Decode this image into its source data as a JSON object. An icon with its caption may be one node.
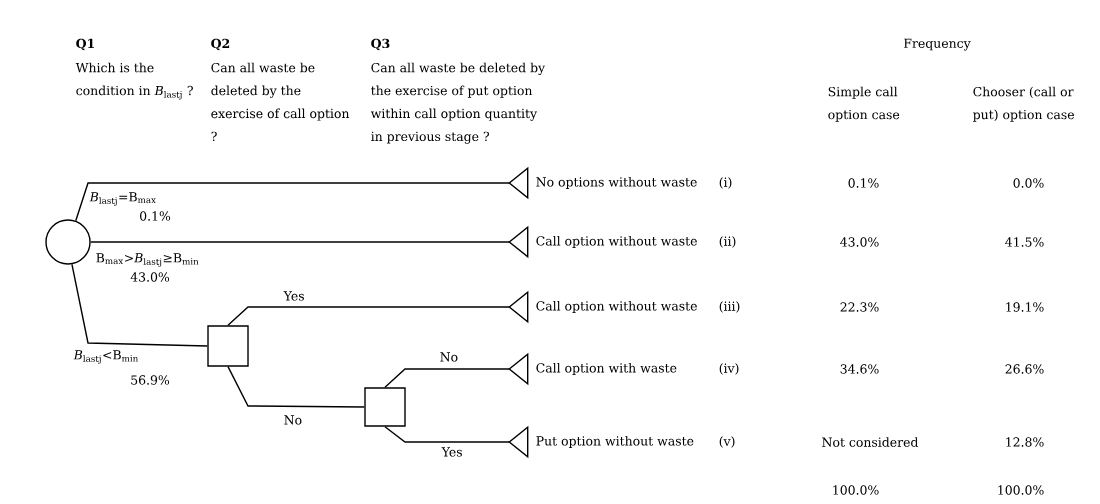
{
  "diagram": {
    "nodes": [
      {
        "text": [],
        "shape": "circle"
      },
      {
        "text": [],
        "shape": "box"
      },
      {
        "text": [],
        "shape": "box"
      },
      {
        "text": [],
        "shape": "triangle",
        "beside": [
          "No options without waste",
          "(i)"
        ]
      },
      {
        "text": [],
        "shape": "triangle",
        "beside": [
          "Call option without waste",
          "(ii)"
        ]
      },
      {
        "text": [],
        "shape": "triangle",
        "beside": [
          "Call option without waste",
          "(iii)"
        ]
      },
      {
        "text": [],
        "shape": "triangle",
        "beside": [
          "Call option with waste",
          "(iv)"
        ]
      },
      {
        "text": [],
        "shape": "triangle",
        "beside": [
          "Put option without waste",
          "(v)"
        ]
      }
    ],
    "edges": [
      {
        "from": 0,
        "to": 3,
        "arrow": "none",
        "label": "*B*$_{lastj}$=B$_{max}$"
      },
      {
        "from": 0,
        "to": 4,
        "arrow": "none",
        "label": "B$_{max}$>*B*$_{lastj}$≥B$_{min}$"
      },
      {
        "from": 0,
        "to": 1,
        "arrow": "none",
        "label": "*B*$_{lastj}$<B$_{min}$"
      },
      {
        "from": 1,
        "to": 5,
        "arrow": "none",
        "label": "Yes"
      },
      {
        "from": 1,
        "to": 2,
        "arrow": "none",
        "label": "No"
      },
      {
        "from": 2,
        "to": 6,
        "arrow": "none",
        "label": "No"
      },
      {
        "from": 2,
        "to": 7,
        "arrow": "none",
        "label": "Yes"
      }
    ],
    "labels": [
      "Q1",
      "Which is the condition in *B*$_{lastj}$ ?",
      "Q2",
      "Can all waste be deleted by the exercise of call option ?",
      "Q3",
      "Can all waste be deleted by the exercise of put option within call option quantity in previous stage ?",
      "Frequency",
      "Simple call option case",
      "Chooser (call or put) option case",
      "0.1%",
      "43.0%",
      "56.9%",
      "0.1%",
      "0.0%",
      "43.0%",
      "41.5%",
      "22.3%",
      "19.1%",
      "34.6%",
      "26.6%",
      "Not considered",
      "12.8%",
      "100.0%",
      "100.0%"
    ]
  }
}
